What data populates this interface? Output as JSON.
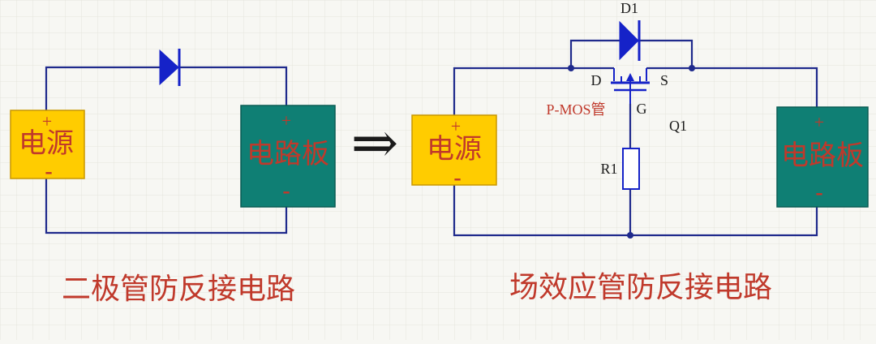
{
  "colors": {
    "background": "#f7f7f3",
    "grid": "#e4e4dc",
    "wire": "#1f2a8c",
    "component": "#1522c8",
    "power_fill": "#ffcc00",
    "power_border": "#c99700",
    "board_fill": "#0f7f74",
    "board_border": "#0a5d55",
    "caption": "#c0392b",
    "sign": "#c0392b",
    "text": "#1b1b1b"
  },
  "left_circuit": {
    "power": {
      "label": "电源",
      "plus": "+",
      "minus": "-"
    },
    "board": {
      "label": "电路板",
      "plus": "+",
      "minus": "-"
    },
    "caption": "二极管防反接电路"
  },
  "arrow": {
    "glyph": "⇒"
  },
  "right_circuit": {
    "power": {
      "label": "电源",
      "plus": "+",
      "minus": "-"
    },
    "board": {
      "label": "电路板",
      "plus": "+",
      "minus": "-"
    },
    "diode_label": "D1",
    "mosfet": {
      "d": "D",
      "s": "S",
      "g": "G",
      "type_label": "P-MOS管",
      "designator": "Q1"
    },
    "resistor_label": "R1",
    "caption": "场效应管防反接电路"
  }
}
